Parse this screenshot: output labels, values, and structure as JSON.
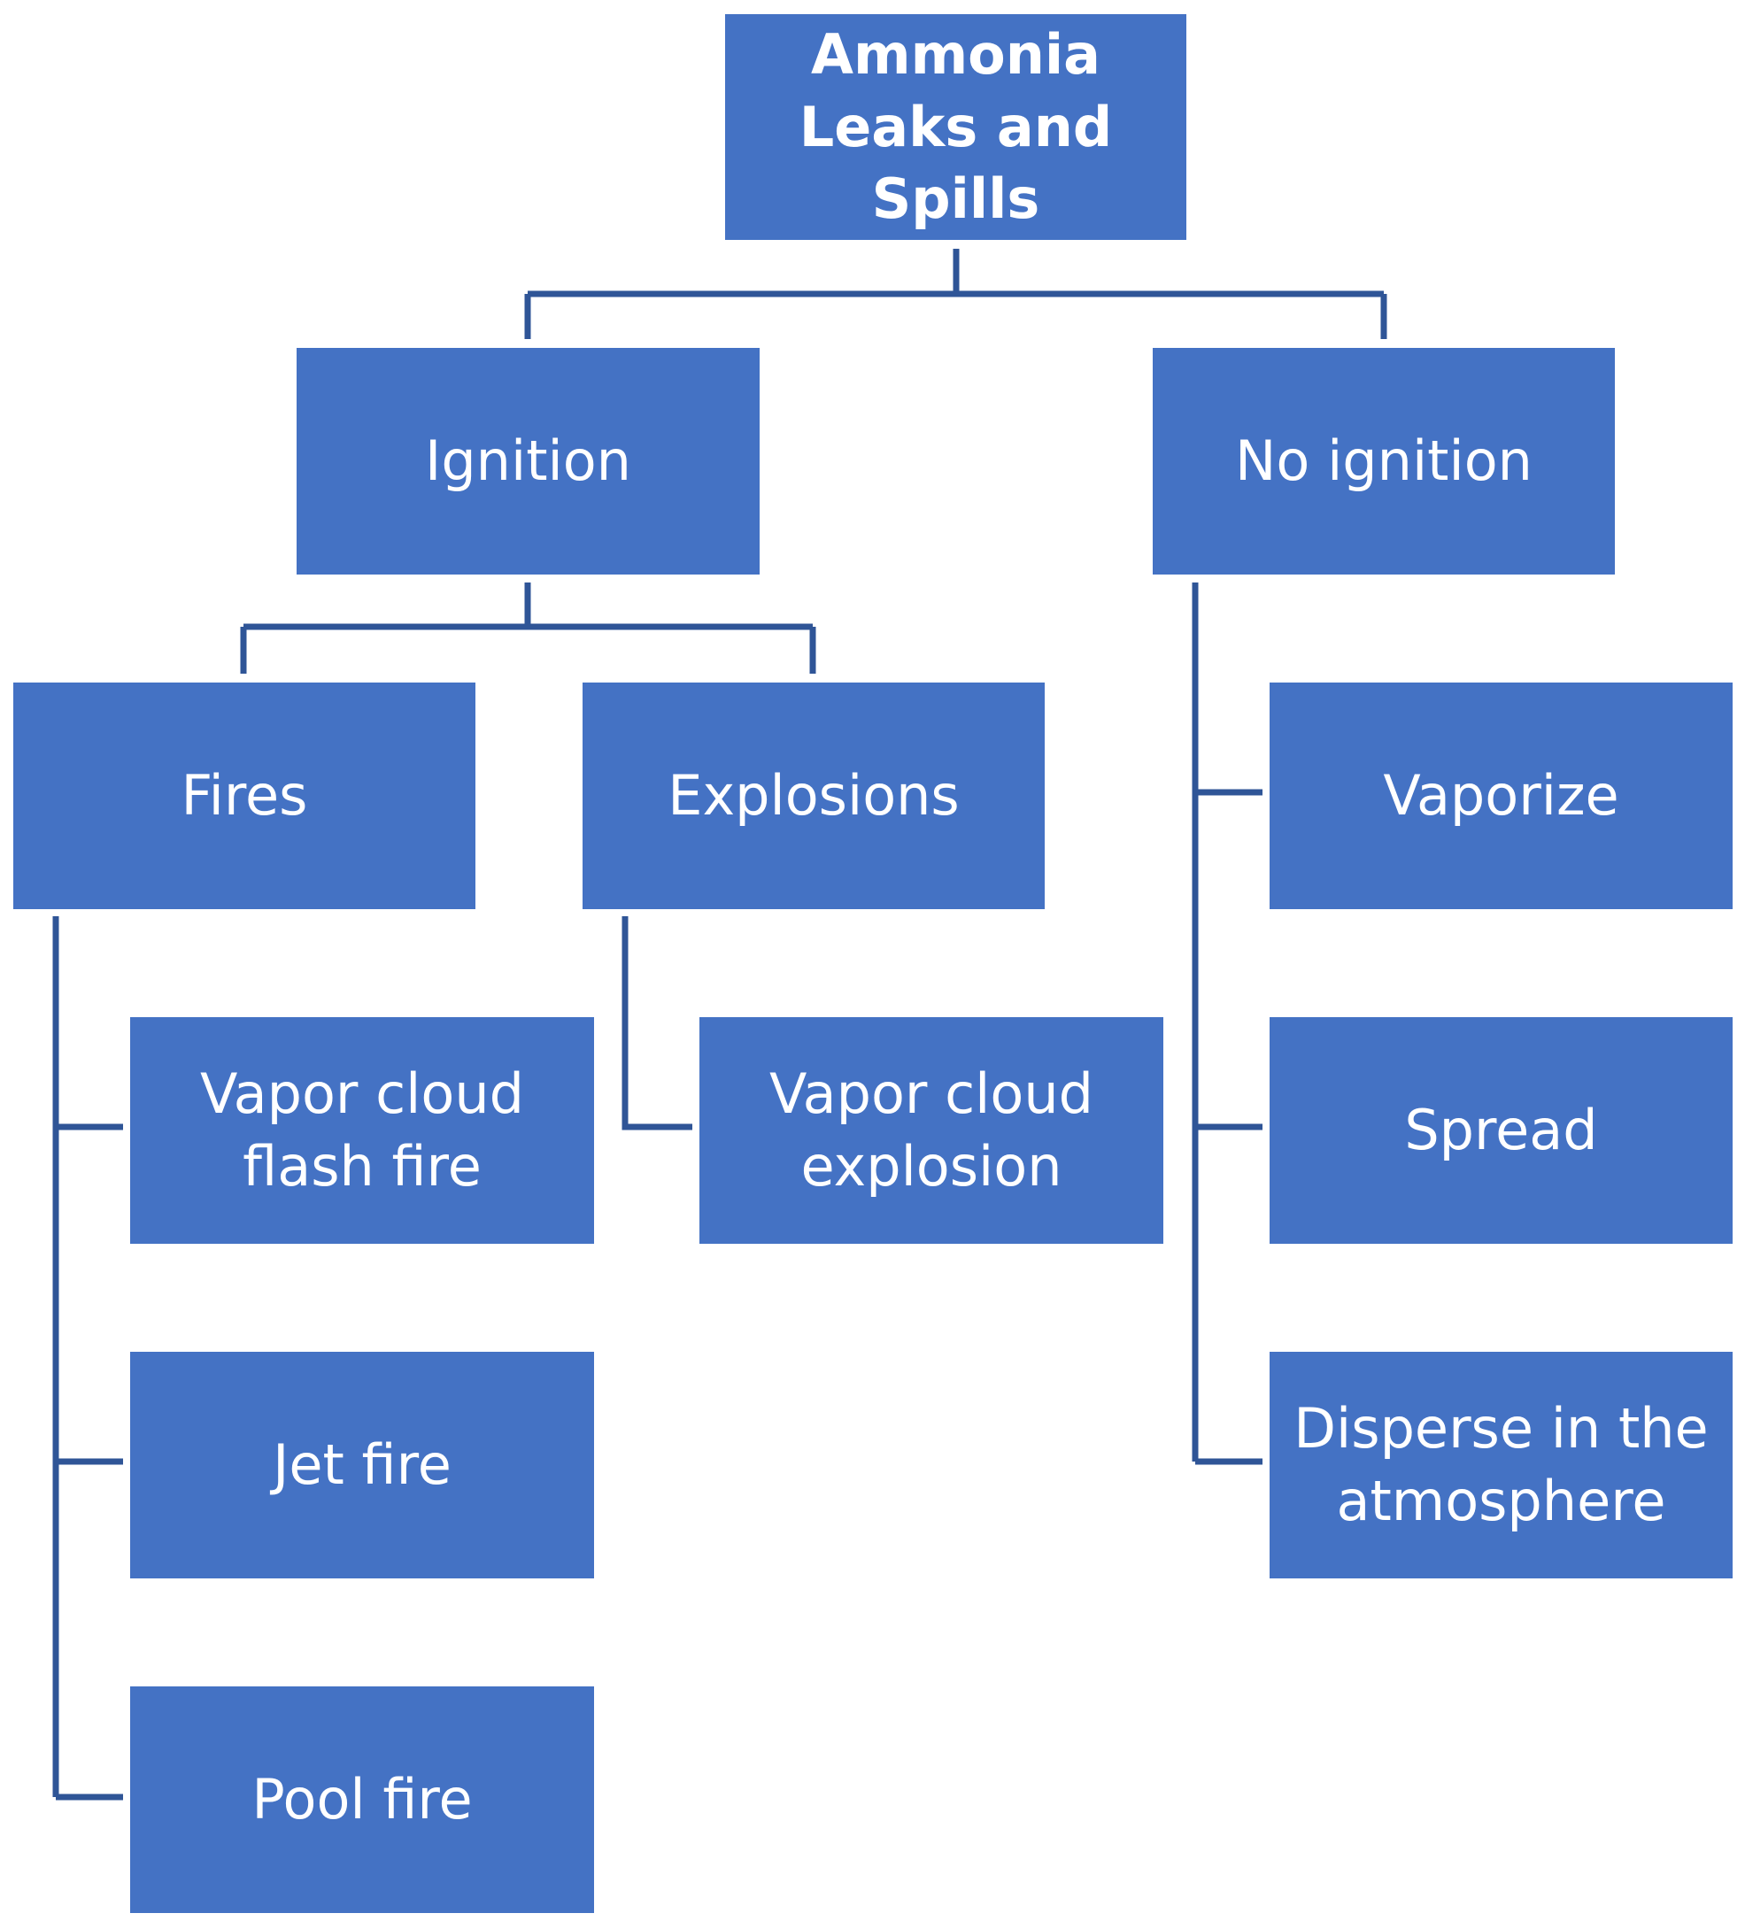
{
  "colors": {
    "box_fill": "#4472C4",
    "connector": "#2F5597",
    "text": "#FFFFFF"
  },
  "nodes": {
    "root": "Ammonia Leaks and Spills",
    "ignition": "Ignition",
    "no_ignition": "No ignition",
    "fires": "Fires",
    "explosions": "Explosions",
    "vapor_cloud_flash_fire": "Vapor cloud flash fire",
    "jet_fire": "Jet fire",
    "pool_fire": "Pool fire",
    "vapor_cloud_explosion": "Vapor cloud explosion",
    "vaporize": "Vaporize",
    "spread": "Spread",
    "disperse": "Disperse in the atmosphere"
  }
}
